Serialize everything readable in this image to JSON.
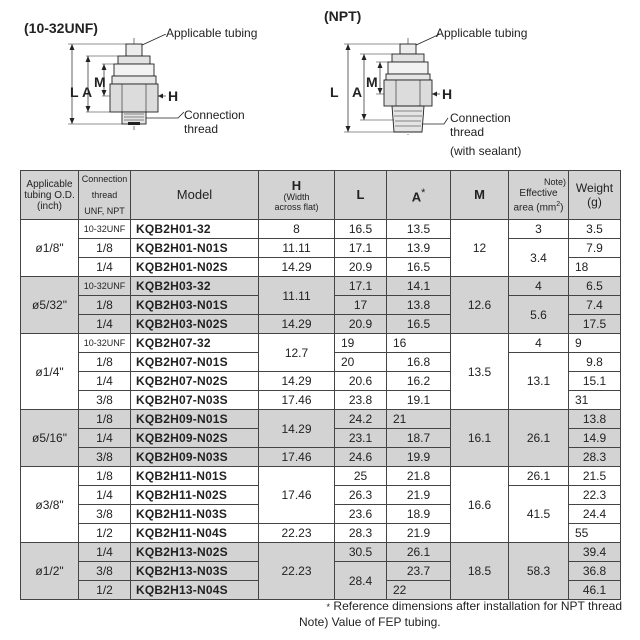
{
  "diagrams": {
    "unf_title": "(10-32UNF)",
    "npt_title": "(NPT)",
    "applicable_tubing": "Applicable tubing",
    "connection": "Connection",
    "thread": "thread",
    "with_sealant": "(with sealant)",
    "dim_l": "L",
    "dim_a": "A",
    "dim_m": "M",
    "dim_h": "H"
  },
  "table": {
    "headers": {
      "tubing_od": [
        "Applicable",
        "tubing O.D.",
        "(inch)"
      ],
      "connection": [
        "Connection",
        "thread",
        "UNF, NPT"
      ],
      "model": "Model",
      "h_title": "H",
      "h_sub": [
        "(Width",
        "across flat)"
      ],
      "l": "L",
      "a": "A",
      "a_mark": "*",
      "m": "M",
      "note_mark": "Note)",
      "effective": [
        "Effective",
        "area (mm"
      ],
      "effective_sup": "2",
      "effective_close": ")",
      "weight": "Weight",
      "weight_unit": "(g)"
    },
    "groups": [
      {
        "od": "ø1/8\"",
        "m": "12",
        "rows": [
          {
            "c": "10-32UNF",
            "model": "KQB2H01-32",
            "h": "8",
            "l": "16.5",
            "a": "13.5",
            "e": "3",
            "w": "3.5"
          },
          {
            "c": "1/8",
            "model": "KQB2H01-N01S",
            "h": "11.11",
            "l": "17.1",
            "a": "13.9",
            "e": "3.4",
            "w": "7.9"
          },
          {
            "c": "1/4",
            "model": "KQB2H01-N02S",
            "h": "14.29",
            "l": "20.9",
            "a": "16.5",
            "w": "18"
          }
        ]
      },
      {
        "od": "ø5/32\"",
        "m": "12.6",
        "rows": [
          {
            "c": "10-32UNF",
            "model": "KQB2H03-32",
            "h": "11.11",
            "l": "17.1",
            "a": "14.1",
            "e": "4",
            "w": "6.5"
          },
          {
            "c": "1/8",
            "model": "KQB2H03-N01S",
            "l": "17",
            "a": "13.8",
            "e": "5.6",
            "w": "7.4"
          },
          {
            "c": "1/4",
            "model": "KQB2H03-N02S",
            "h": "14.29",
            "l": "20.9",
            "a": "16.5",
            "w": "17.5"
          }
        ]
      },
      {
        "od": "ø1/4\"",
        "m": "13.5",
        "rows": [
          {
            "c": "10-32UNF",
            "model": "KQB2H07-32",
            "h": "12.7",
            "l": "19",
            "a": "16",
            "e": "4",
            "w": "9"
          },
          {
            "c": "1/8",
            "model": "KQB2H07-N01S",
            "l": "20",
            "a": "16.8",
            "e": "13.1",
            "w": "9.8"
          },
          {
            "c": "1/4",
            "model": "KQB2H07-N02S",
            "h": "14.29",
            "l": "20.6",
            "a": "16.2",
            "w": "15.1"
          },
          {
            "c": "3/8",
            "model": "KQB2H07-N03S",
            "h": "17.46",
            "l": "23.8",
            "a": "19.1",
            "w": "31"
          }
        ]
      },
      {
        "od": "ø5/16\"",
        "m": "16.1",
        "e": "26.1",
        "rows": [
          {
            "c": "1/8",
            "model": "KQB2H09-N01S",
            "h": "14.29",
            "l": "24.2",
            "a": "21",
            "w": "13.8"
          },
          {
            "c": "1/4",
            "model": "KQB2H09-N02S",
            "l": "23.1",
            "a": "18.7",
            "w": "14.9"
          },
          {
            "c": "3/8",
            "model": "KQB2H09-N03S",
            "h": "17.46",
            "l": "24.6",
            "a": "19.9",
            "w": "28.3"
          }
        ]
      },
      {
        "od": "ø3/8\"",
        "m": "16.6",
        "rows": [
          {
            "c": "1/8",
            "model": "KQB2H11-N01S",
            "h": "17.46",
            "l": "25",
            "a": "21.8",
            "e": "26.1",
            "w": "21.5"
          },
          {
            "c": "1/4",
            "model": "KQB2H11-N02S",
            "l": "26.3",
            "a": "21.9",
            "e": "41.5",
            "w": "22.3"
          },
          {
            "c": "3/8",
            "model": "KQB2H11-N03S",
            "l": "23.6",
            "a": "18.9",
            "w": "24.4"
          },
          {
            "c": "1/2",
            "model": "KQB2H11-N04S",
            "h": "22.23",
            "l": "28.3",
            "a": "21.9",
            "w": "55"
          }
        ]
      },
      {
        "od": "ø1/2\"",
        "m": "18.5",
        "e": "58.3",
        "h": "22.23",
        "rows": [
          {
            "c": "1/4",
            "model": "KQB2H13-N02S",
            "l": "30.5",
            "a": "26.1",
            "w": "39.4"
          },
          {
            "c": "3/8",
            "model": "KQB2H13-N03S",
            "l": "28.4",
            "a": "23.7",
            "w": "36.8"
          },
          {
            "c": "1/2",
            "model": "KQB2H13-N04S",
            "a": "22",
            "w": "46.1"
          }
        ]
      }
    ]
  },
  "footnotes": {
    "ref_mark": "*",
    "ref": "Reference dimensions after installation for NPT thread",
    "note": "Note) Value of FEP tubing."
  }
}
